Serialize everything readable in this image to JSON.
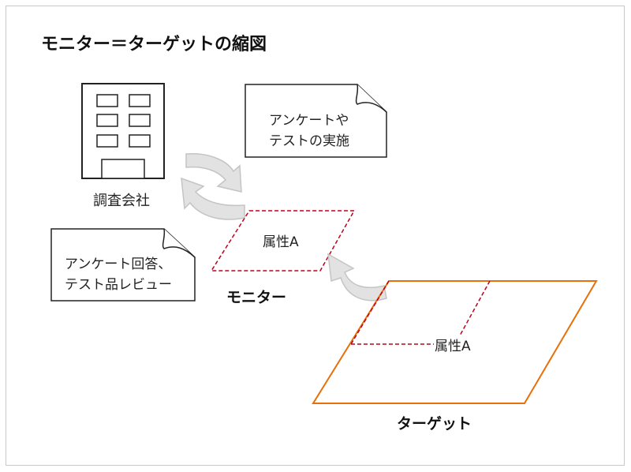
{
  "title": "モニター＝ターゲットの縮図",
  "research_company": {
    "label": "調査会社",
    "icon": "building-icon"
  },
  "note_survey": {
    "line1": "アンケートや",
    "line2": "テストの実施"
  },
  "note_response": {
    "line1": "アンケート回答、",
    "line2": "テスト品レビュー"
  },
  "monitor": {
    "label": "モニター",
    "attribute_label": "属性A"
  },
  "target": {
    "label": "ターゲット",
    "attribute_label": "属性A"
  },
  "colors": {
    "dashed_red": "#c0001a",
    "target_orange": "#e8700a",
    "arrow_gray": "#d8d8d8",
    "outline": "#222222"
  }
}
